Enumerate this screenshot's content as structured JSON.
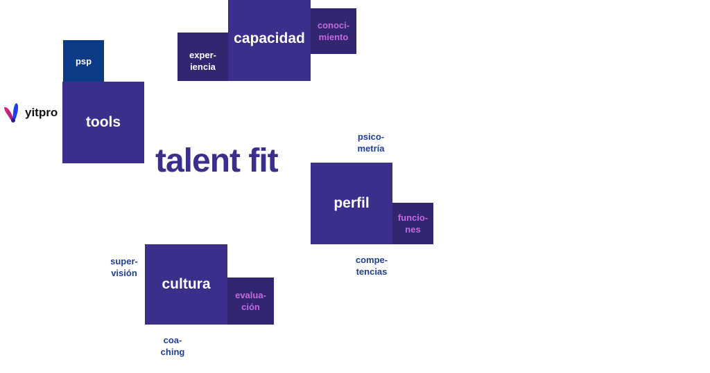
{
  "brand": {
    "logo_icon": "yitpro-leaf-logo-icon",
    "name": "yitpro"
  },
  "title": "talent fit",
  "colors": {
    "main_box": "#3b2f8c",
    "sub_box": "#31266f",
    "psp_box": "#0b3b87",
    "pink_text": "#c36ae3",
    "blue_label": "#1f3f8c",
    "title": "#3b2f8c"
  },
  "groups": {
    "tools": {
      "label": "tools",
      "psp": "psp"
    },
    "capacidad": {
      "label": "capacidad",
      "experiencia": [
        "exper-",
        "iencia"
      ],
      "conocimiento": [
        "conoci-",
        "miento"
      ]
    },
    "perfil": {
      "label": "perfil",
      "psicometria": [
        "psico-",
        "metría"
      ],
      "funciones": [
        "funcio-",
        "nes"
      ],
      "competencias": [
        "compe-",
        "tencias"
      ]
    },
    "cultura": {
      "label": "cultura",
      "supervision": [
        "super-",
        "visión"
      ],
      "evaluacion": [
        "evalua-",
        "ción"
      ],
      "coaching": [
        "coa-",
        "ching"
      ]
    }
  }
}
